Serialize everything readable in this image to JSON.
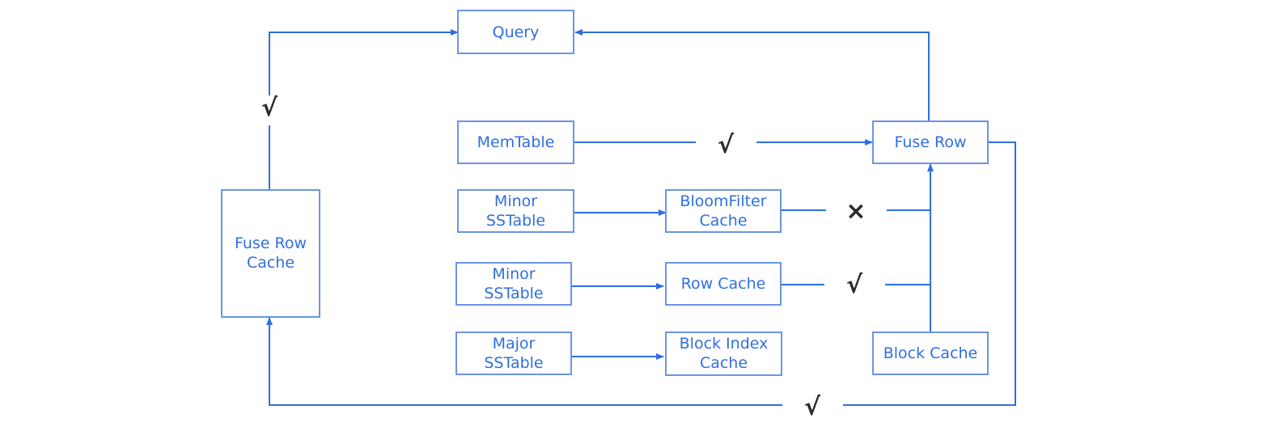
{
  "colors": {
    "box_border": "#6b94e6",
    "text": "#2f6fe0",
    "line": "#2f6fe0",
    "mark": "#2b2b2b"
  },
  "nodes": {
    "query": "Query",
    "memtable": [
      "MemTable"
    ],
    "minor_sstable_1": [
      "Minor",
      "SSTable"
    ],
    "minor_sstable_2": [
      "Minor",
      "SSTable"
    ],
    "major_sstable": [
      "Major",
      "SSTable"
    ],
    "bloomfilter_cache": [
      "BloomFilter",
      "Cache"
    ],
    "row_cache": [
      "Row Cache"
    ],
    "block_index_cache": [
      "Block Index",
      "Cache"
    ],
    "fuse_row": "Fuse Row",
    "block_cache": "Block Cache",
    "fuse_row_cache": [
      "Fuse Row",
      "Cache"
    ]
  },
  "marks": {
    "check": "√",
    "cross": "×"
  }
}
